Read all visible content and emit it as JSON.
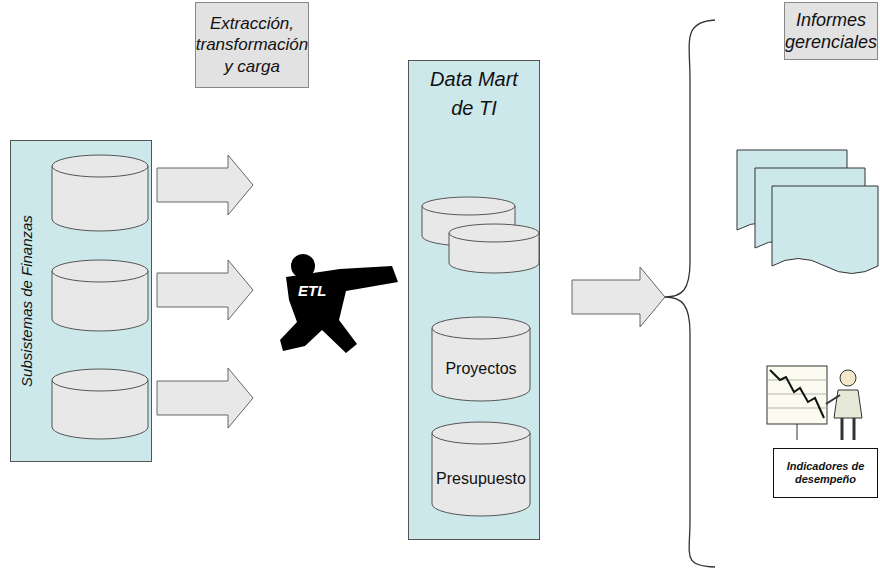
{
  "diagram": {
    "nodes": [
      {
        "text": [
          "Subsistemas de Finanzas"
        ]
      },
      {
        "text": [
          "Extracción, transformación y carga"
        ]
      },
      {
        "text": [
          "Data Mart de TI"
        ]
      },
      {
        "text": [
          "Proyectos"
        ],
        "in": 2
      },
      {
        "text": [
          "Presupuesto"
        ],
        "in": 2
      },
      {
        "text": [
          "Informes gerenciales"
        ]
      },
      {
        "text": [
          "Indicadores de desempeño"
        ]
      }
    ],
    "labels": [
      "ETL"
    ]
  }
}
